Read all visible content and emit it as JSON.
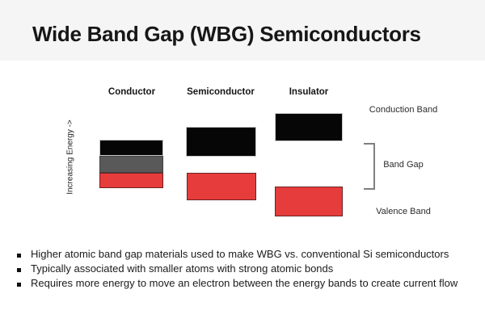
{
  "title": "Wide Band Gap (WBG) Semiconductors",
  "diagram": {
    "y_axis_label": "Increasing Energy ->",
    "columns": [
      {
        "label": "Conductor"
      },
      {
        "label": "Semiconductor"
      },
      {
        "label": "Insulator"
      }
    ],
    "labels": {
      "conduction_band": "Conduction Band",
      "band_gap": "Band Gap",
      "valence_band": "Valence Band"
    },
    "colors": {
      "conduction_band": "#060606",
      "overlap_band": "#595959",
      "valence_band": "#e63c3c",
      "bracket": "#7f7f7f",
      "title_strip_bg": "#f5f5f6"
    }
  },
  "bullets": [
    "Higher atomic band gap materials used to make WBG vs. conventional Si semiconductors",
    "Typically associated with smaller atoms with strong atomic bonds",
    "Requires more energy to move an electron between the energy bands to create current flow"
  ]
}
